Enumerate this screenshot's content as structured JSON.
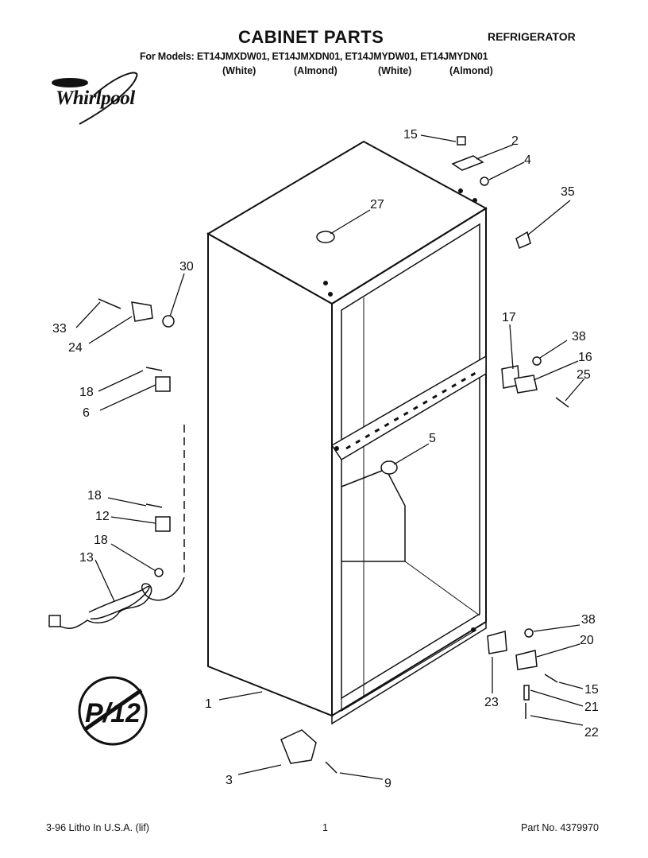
{
  "header": {
    "title": "CABINET PARTS",
    "category": "REFRIGERATOR",
    "models": "For Models: ET14JMXDW01, ET14JMXDN01, ET14JMYDW01, ET14JMYDN01",
    "variants": [
      "(White)",
      "(Almond)",
      "(White)",
      "(Almond)"
    ],
    "brand": "Whirlpool"
  },
  "callouts": [
    "15",
    "2",
    "4",
    "27",
    "35",
    "30",
    "33",
    "24",
    "17",
    "38",
    "16",
    "25",
    "18",
    "6",
    "5",
    "18",
    "12",
    "18",
    "13",
    "38",
    "20",
    "15",
    "23",
    "21",
    "22",
    "1",
    "3",
    "9"
  ],
  "badge": "P/12",
  "footer": {
    "left": "3-96 Litho In U.S.A. (lif)",
    "center": "1",
    "right": "Part No. 4379970"
  },
  "colors": {
    "ink": "#111111",
    "paper": "#ffffff"
  }
}
